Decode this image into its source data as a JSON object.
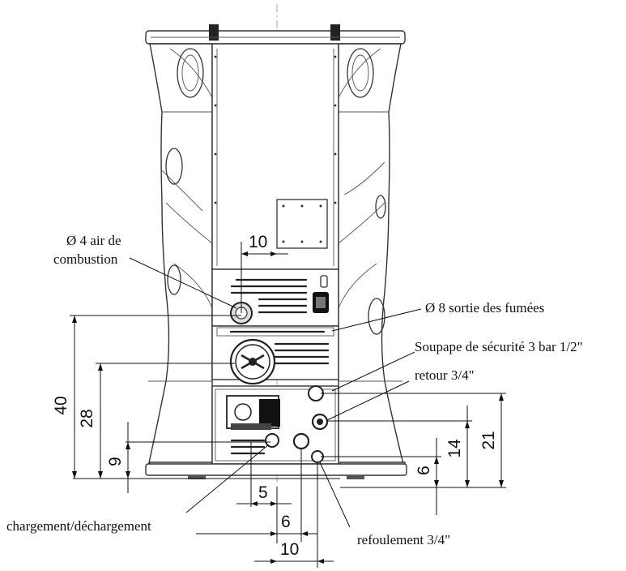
{
  "labels": {
    "air_combustion_line1": "Ø 4 air de",
    "air_combustion_line2": "combustion",
    "flue_outlet": "Ø 8 sortie des fumées",
    "safety_valve": "Soupape de sécurité 3 bar 1/2\"",
    "return": "retour 3/4\"",
    "loading_unloading": "chargement/déchargement",
    "flow": "refoulement 3/4\""
  },
  "dimensions": {
    "top_offset": "10",
    "height_air_inlet": "40",
    "height_flue": "28",
    "height_loading": "9",
    "height_flow_right": "6",
    "height_safety": "14",
    "height_return": "21",
    "horiz_loading": "5",
    "horiz_flow": "6",
    "horiz_total": "10"
  }
}
